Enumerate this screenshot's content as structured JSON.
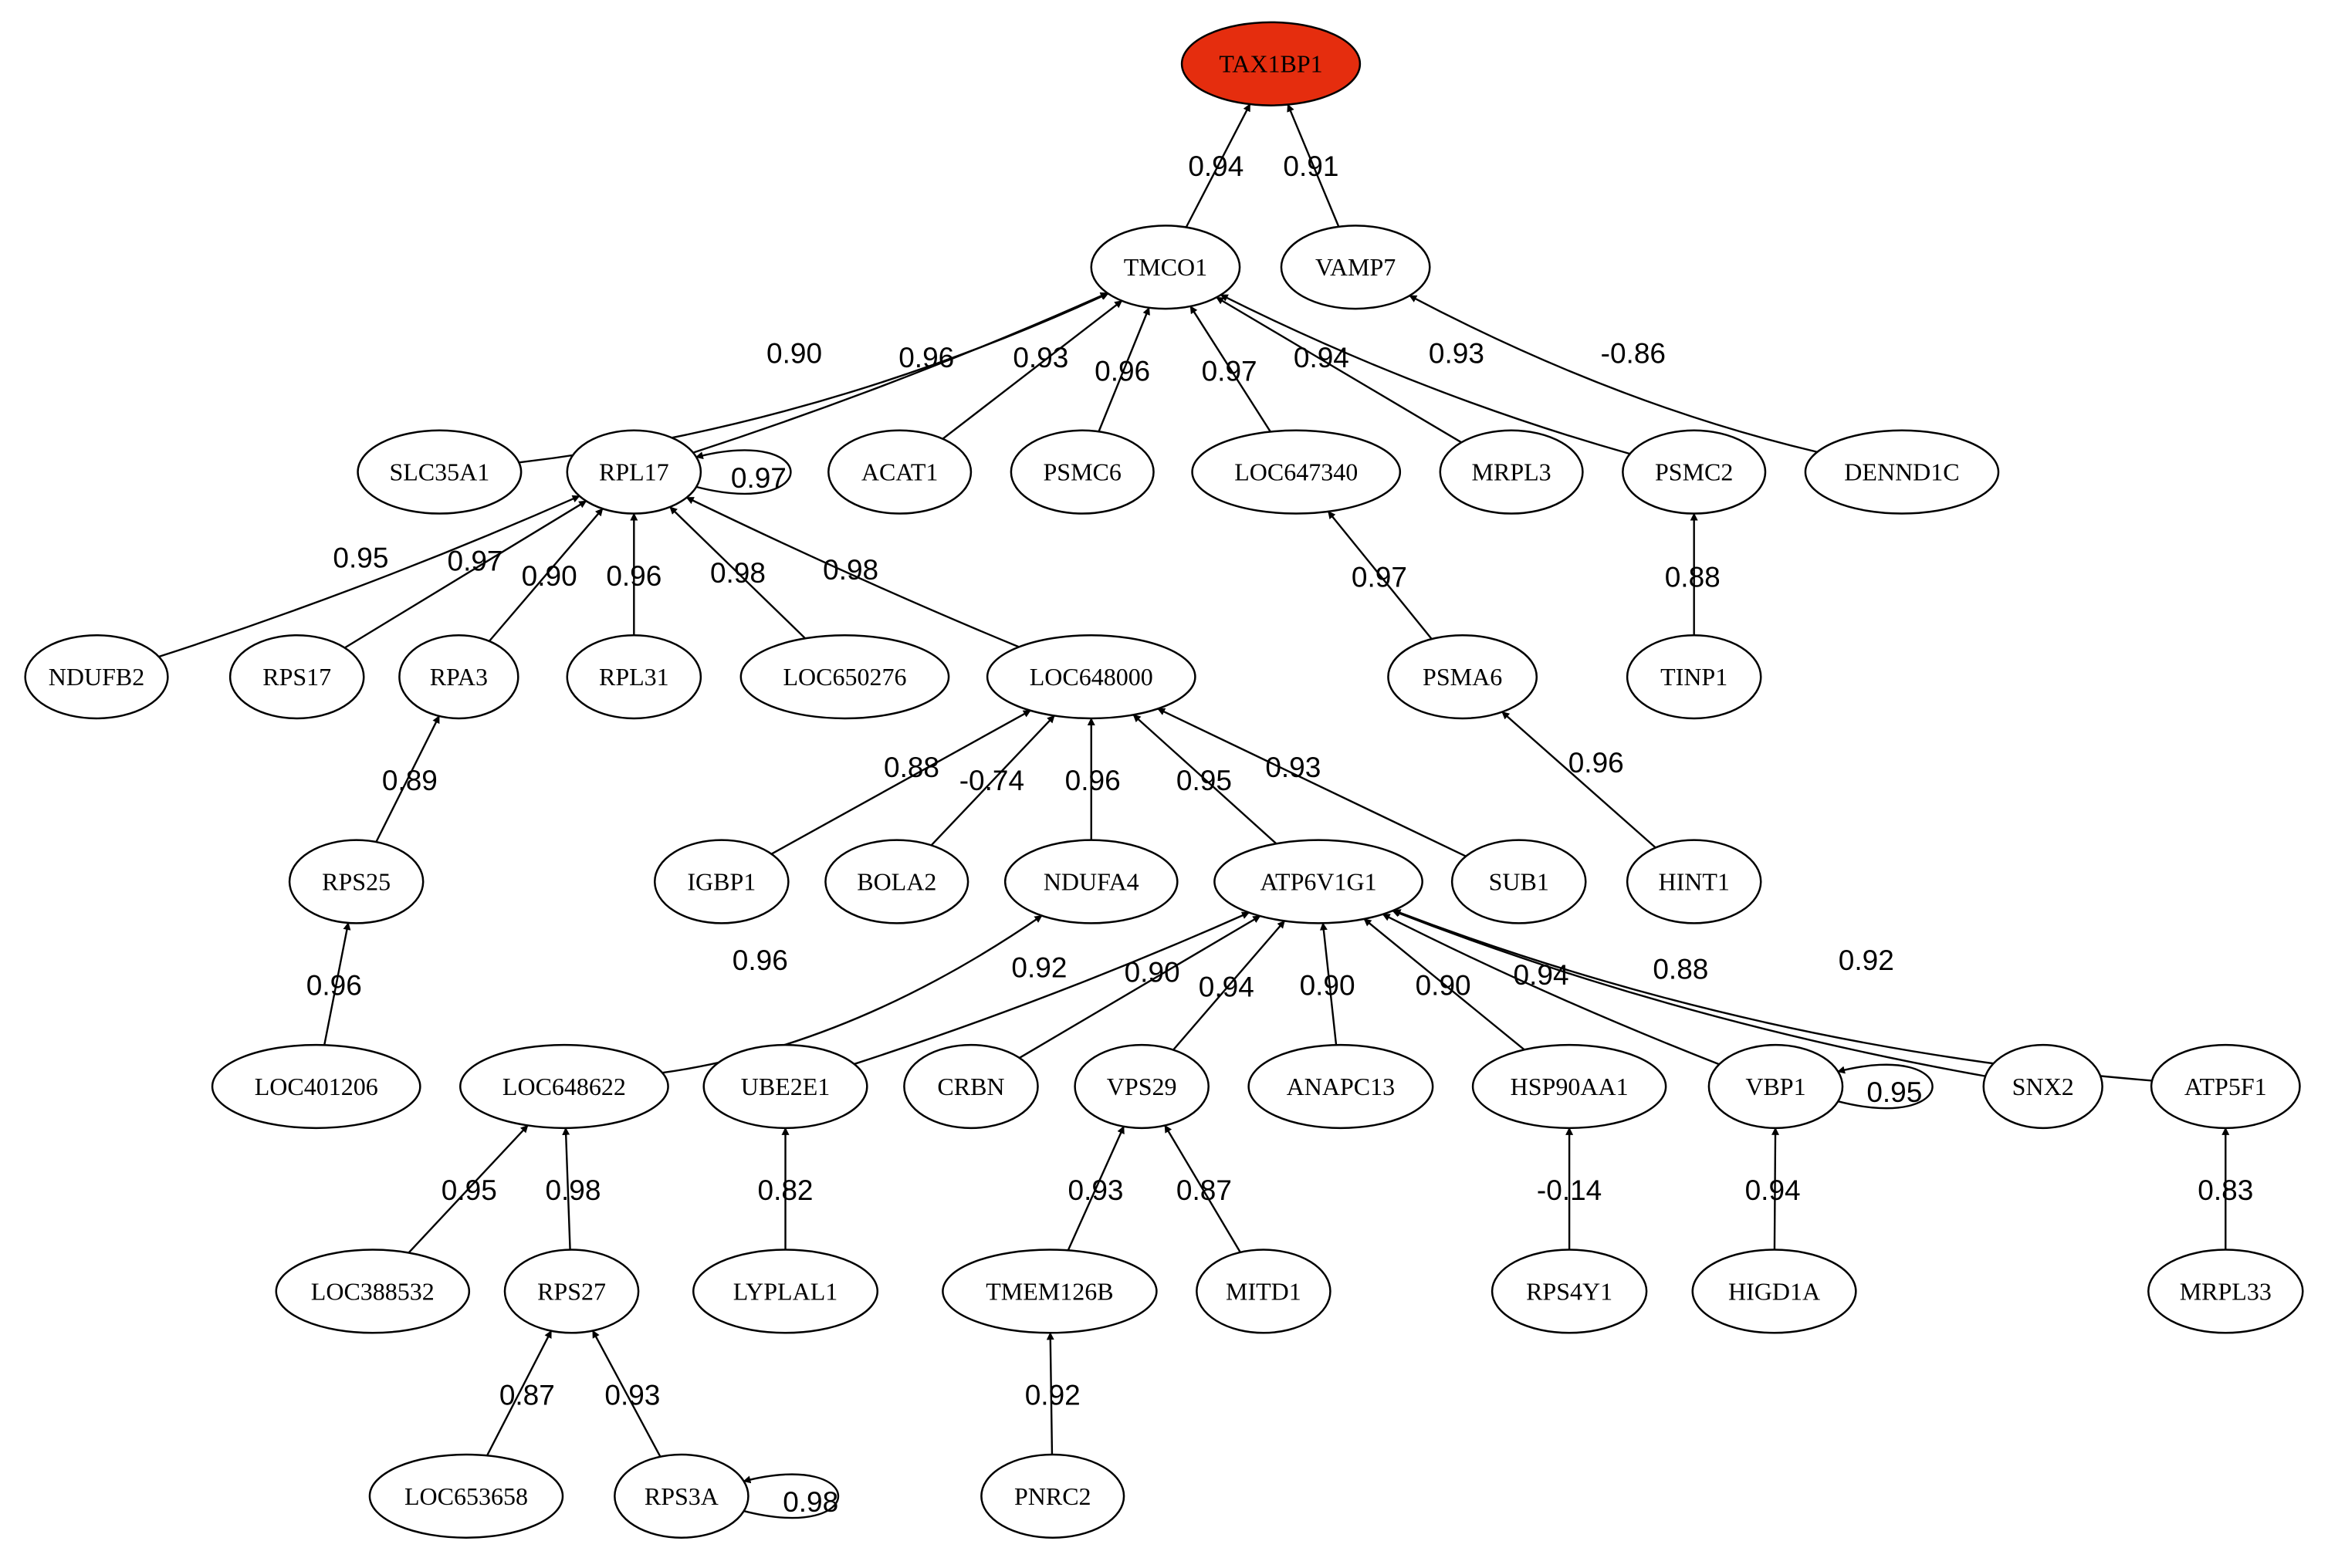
{
  "colors": {
    "root_fill": "#e52d0e",
    "node_fill": "#ffffff",
    "stroke": "#000000"
  },
  "nodes": [
    {
      "id": "TAX1BP1",
      "label": "TAX1BP1",
      "root": true
    },
    {
      "id": "TMCO1",
      "label": "TMCO1"
    },
    {
      "id": "VAMP7",
      "label": "VAMP7"
    },
    {
      "id": "SLC35A1",
      "label": "SLC35A1"
    },
    {
      "id": "RPL17",
      "label": "RPL17"
    },
    {
      "id": "ACAT1",
      "label": "ACAT1"
    },
    {
      "id": "PSMC6",
      "label": "PSMC6"
    },
    {
      "id": "LOC647340",
      "label": "LOC647340"
    },
    {
      "id": "MRPL3",
      "label": "MRPL3"
    },
    {
      "id": "PSMC2",
      "label": "PSMC2"
    },
    {
      "id": "DENND1C",
      "label": "DENND1C"
    },
    {
      "id": "NDUFB2",
      "label": "NDUFB2"
    },
    {
      "id": "RPS17",
      "label": "RPS17"
    },
    {
      "id": "RPA3",
      "label": "RPA3"
    },
    {
      "id": "RPL31",
      "label": "RPL31"
    },
    {
      "id": "LOC650276",
      "label": "LOC650276"
    },
    {
      "id": "LOC648000",
      "label": "LOC648000"
    },
    {
      "id": "PSMA6",
      "label": "PSMA6"
    },
    {
      "id": "TINP1",
      "label": "TINP1"
    },
    {
      "id": "RPS25",
      "label": "RPS25"
    },
    {
      "id": "IGBP1",
      "label": "IGBP1"
    },
    {
      "id": "BOLA2",
      "label": "BOLA2"
    },
    {
      "id": "NDUFA4",
      "label": "NDUFA4"
    },
    {
      "id": "ATP6V1G1",
      "label": "ATP6V1G1"
    },
    {
      "id": "SUB1",
      "label": "SUB1"
    },
    {
      "id": "HINT1",
      "label": "HINT1"
    },
    {
      "id": "LOC401206",
      "label": "LOC401206"
    },
    {
      "id": "LOC648622",
      "label": "LOC648622"
    },
    {
      "id": "UBE2E1",
      "label": "UBE2E1"
    },
    {
      "id": "CRBN",
      "label": "CRBN"
    },
    {
      "id": "VPS29",
      "label": "VPS29"
    },
    {
      "id": "ANAPC13",
      "label": "ANAPC13"
    },
    {
      "id": "HSP90AA1",
      "label": "HSP90AA1"
    },
    {
      "id": "VBP1",
      "label": "VBP1"
    },
    {
      "id": "SNX2",
      "label": "SNX2"
    },
    {
      "id": "ATP5F1",
      "label": "ATP5F1"
    },
    {
      "id": "LOC388532",
      "label": "LOC388532"
    },
    {
      "id": "RPS27",
      "label": "RPS27"
    },
    {
      "id": "LYPLAL1",
      "label": "LYPLAL1"
    },
    {
      "id": "TMEM126B",
      "label": "TMEM126B"
    },
    {
      "id": "MITD1",
      "label": "MITD1"
    },
    {
      "id": "RPS4Y1",
      "label": "RPS4Y1"
    },
    {
      "id": "HIGD1A",
      "label": "HIGD1A"
    },
    {
      "id": "MRPL33",
      "label": "MRPL33"
    },
    {
      "id": "LOC653658",
      "label": "LOC653658"
    },
    {
      "id": "RPS3A",
      "label": "RPS3A"
    },
    {
      "id": "PNRC2",
      "label": "PNRC2"
    }
  ],
  "edges": [
    {
      "from": "TMCO1",
      "to": "TAX1BP1",
      "weight": "0.94"
    },
    {
      "from": "VAMP7",
      "to": "TAX1BP1",
      "weight": "0.91"
    },
    {
      "from": "SLC35A1",
      "to": "TMCO1",
      "weight": "0.90"
    },
    {
      "from": "RPL17",
      "to": "TMCO1",
      "weight": "0.96"
    },
    {
      "from": "ACAT1",
      "to": "TMCO1",
      "weight": "0.93"
    },
    {
      "from": "PSMC6",
      "to": "TMCO1",
      "weight": "0.96"
    },
    {
      "from": "LOC647340",
      "to": "TMCO1",
      "weight": "0.97"
    },
    {
      "from": "MRPL3",
      "to": "TMCO1",
      "weight": "0.94"
    },
    {
      "from": "PSMC2",
      "to": "TMCO1",
      "weight": "0.93"
    },
    {
      "from": "DENND1C",
      "to": "VAMP7",
      "weight": "-0.86"
    },
    {
      "from": "RPL17",
      "to": "RPL17",
      "weight": "0.97"
    },
    {
      "from": "NDUFB2",
      "to": "RPL17",
      "weight": "0.95"
    },
    {
      "from": "RPS17",
      "to": "RPL17",
      "weight": "0.97"
    },
    {
      "from": "RPA3",
      "to": "RPL17",
      "weight": "0.90"
    },
    {
      "from": "RPL31",
      "to": "RPL17",
      "weight": "0.96"
    },
    {
      "from": "LOC650276",
      "to": "RPL17",
      "weight": "0.98"
    },
    {
      "from": "LOC648000",
      "to": "RPL17",
      "weight": "0.98"
    },
    {
      "from": "PSMA6",
      "to": "LOC647340",
      "weight": "0.97"
    },
    {
      "from": "TINP1",
      "to": "PSMC2",
      "weight": "0.88"
    },
    {
      "from": "RPS25",
      "to": "RPA3",
      "weight": "0.89"
    },
    {
      "from": "IGBP1",
      "to": "LOC648000",
      "weight": "0.88"
    },
    {
      "from": "BOLA2",
      "to": "LOC648000",
      "weight": "-0.74"
    },
    {
      "from": "NDUFA4",
      "to": "LOC648000",
      "weight": "0.96"
    },
    {
      "from": "ATP6V1G1",
      "to": "LOC648000",
      "weight": "0.95"
    },
    {
      "from": "SUB1",
      "to": "LOC648000",
      "weight": "0.93"
    },
    {
      "from": "HINT1",
      "to": "PSMA6",
      "weight": "0.96"
    },
    {
      "from": "LOC401206",
      "to": "RPS25",
      "weight": "0.96"
    },
    {
      "from": "LOC648622",
      "to": "NDUFA4",
      "weight": "0.96"
    },
    {
      "from": "UBE2E1",
      "to": "ATP6V1G1",
      "weight": "0.92"
    },
    {
      "from": "CRBN",
      "to": "ATP6V1G1",
      "weight": "0.90"
    },
    {
      "from": "VPS29",
      "to": "ATP6V1G1",
      "weight": "0.94"
    },
    {
      "from": "ANAPC13",
      "to": "ATP6V1G1",
      "weight": "0.90"
    },
    {
      "from": "HSP90AA1",
      "to": "ATP6V1G1",
      "weight": "0.90"
    },
    {
      "from": "VBP1",
      "to": "ATP6V1G1",
      "weight": "0.94"
    },
    {
      "from": "SNX2",
      "to": "ATP6V1G1",
      "weight": "0.88"
    },
    {
      "from": "ATP5F1",
      "to": "ATP6V1G1",
      "weight": "0.92"
    },
    {
      "from": "VBP1",
      "to": "VBP1",
      "weight": "0.95"
    },
    {
      "from": "LOC388532",
      "to": "LOC648622",
      "weight": "0.95"
    },
    {
      "from": "RPS27",
      "to": "LOC648622",
      "weight": "0.98"
    },
    {
      "from": "LYPLAL1",
      "to": "UBE2E1",
      "weight": "0.82"
    },
    {
      "from": "TMEM126B",
      "to": "VPS29",
      "weight": "0.93"
    },
    {
      "from": "MITD1",
      "to": "VPS29",
      "weight": "0.87"
    },
    {
      "from": "RPS4Y1",
      "to": "HSP90AA1",
      "weight": "-0.14"
    },
    {
      "from": "HIGD1A",
      "to": "VBP1",
      "weight": "0.94"
    },
    {
      "from": "MRPL33",
      "to": "ATP5F1",
      "weight": "0.83"
    },
    {
      "from": "LOC653658",
      "to": "RPS27",
      "weight": "0.87"
    },
    {
      "from": "RPS3A",
      "to": "RPS27",
      "weight": "0.93"
    },
    {
      "from": "RPS3A",
      "to": "RPS3A",
      "weight": "0.98"
    },
    {
      "from": "PNRC2",
      "to": "TMEM126B",
      "weight": "0.92"
    }
  ]
}
